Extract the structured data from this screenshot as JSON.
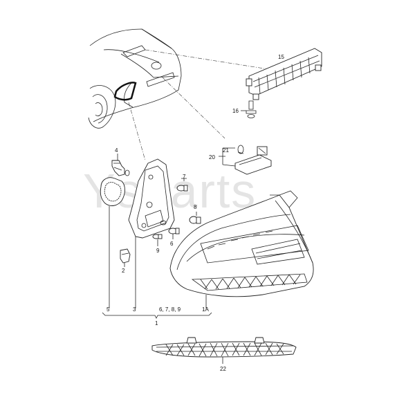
{
  "watermark": "Ysparts",
  "callouts": {
    "p15": "15",
    "p16": "16",
    "p21": "21",
    "p20": "20",
    "p4": "4",
    "p7": "7",
    "p8": "8",
    "p6": "6",
    "p9": "9",
    "p2": "2",
    "p5": "5",
    "p3": "3",
    "p6789": "6, 7, 8, 9",
    "p1A": "1A",
    "p1": "1",
    "p22": "22"
  },
  "colors": {
    "line": "#222222",
    "watermark": "#e4e4e4"
  }
}
